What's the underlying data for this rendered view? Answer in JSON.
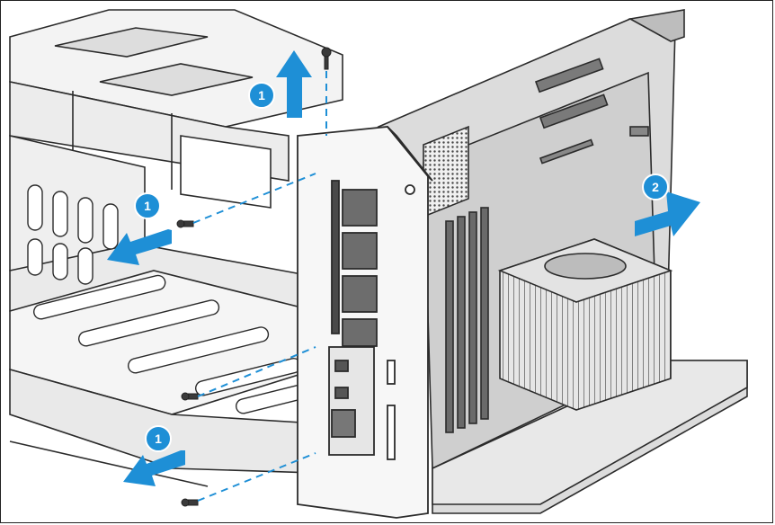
{
  "figure": {
    "line_color": "#2b2b2b",
    "metal_fill": "#f2f2f2",
    "metal_shade": "#c8c8c8",
    "dark_part": "#5a5a5a",
    "accent": "#1e8fd6",
    "dash_color": "#1e8fd6"
  },
  "callouts": {
    "remove_screw_top": "1",
    "remove_screw_mid": "1",
    "remove_screw_bottom": "1",
    "slide_out": "2"
  },
  "icons": {
    "arrow_up": "arrow-up-icon",
    "arrow_left": "arrow-left-icon",
    "arrow_right": "arrow-right-icon",
    "screw": "screw-icon"
  }
}
